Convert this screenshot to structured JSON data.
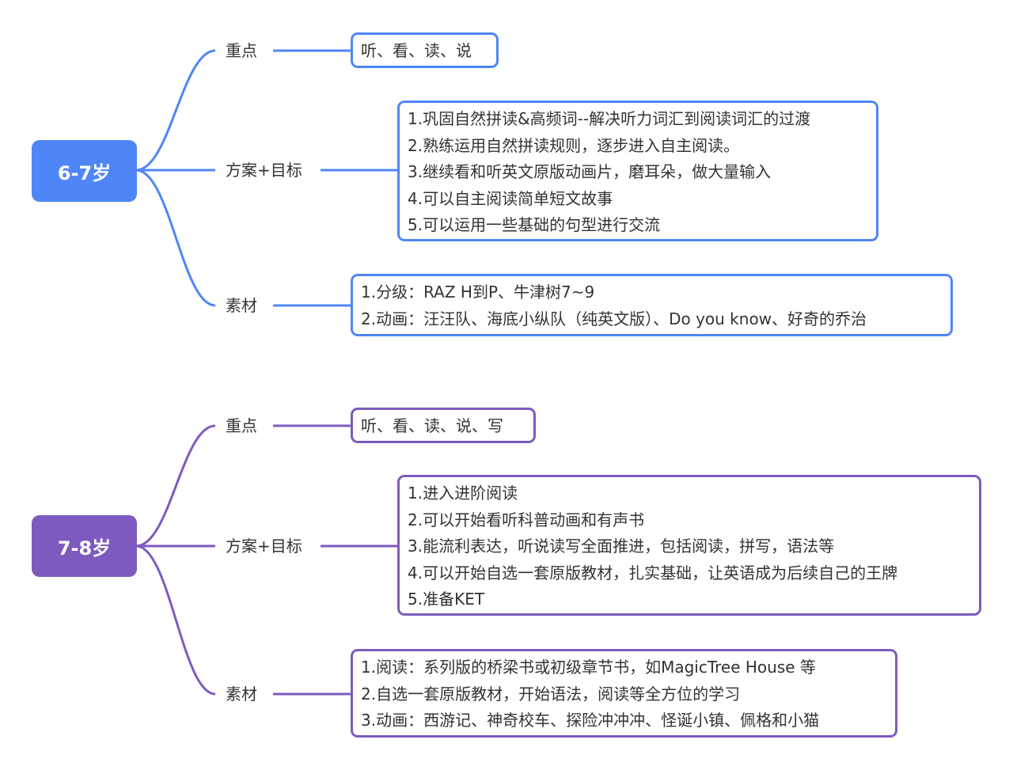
{
  "colors": {
    "group1": "#4f86f7",
    "group2": "#7d5bbe"
  },
  "groups": [
    {
      "root": "6-7岁",
      "branches": {
        "focus": {
          "label": "重点",
          "items": [
            "听、看、读、说"
          ]
        },
        "plan": {
          "label": "方案+目标",
          "items": [
            "1.巩固自然拼读&高频词--解决听力词汇到阅读词汇的过渡",
            "2.熟练运用自然拼读规则，逐步进入自主阅读。",
            "3.继续看和听英文原版动画片，磨耳朵，做大量输入",
            "4.可以自主阅读简单短文故事",
            "5.可以运用一些基础的句型进行交流"
          ]
        },
        "materials": {
          "label": "素材",
          "items": [
            "1.分级：RAZ H到P、牛津树7~9",
            "2.动画：汪汪队、海底小纵队（纯英文版）、Do you know、好奇的乔治"
          ]
        }
      }
    },
    {
      "root": "7-8岁",
      "branches": {
        "focus": {
          "label": "重点",
          "items": [
            "听、看、读、说、写"
          ]
        },
        "plan": {
          "label": "方案+目标",
          "items": [
            "1.进入进阶阅读",
            "2.可以开始看听科普动画和有声书",
            "3.能流利表达，听说读写全面推进，包括阅读，拼写，语法等",
            "4.可以开始自选一套原版教材，扎实基础，让英语成为后续自己的王牌",
            "5.准备KET"
          ]
        },
        "materials": {
          "label": "素材",
          "items": [
            "1.阅读：系列版的桥梁书或初级章节书，如MagicTree House 等",
            "2.自选一套原版教材，开始语法，阅读等全方位的学习",
            "3.动画：西游记、神奇校车、探险冲冲冲、怪诞小镇、佩格和小猫"
          ]
        }
      }
    }
  ]
}
